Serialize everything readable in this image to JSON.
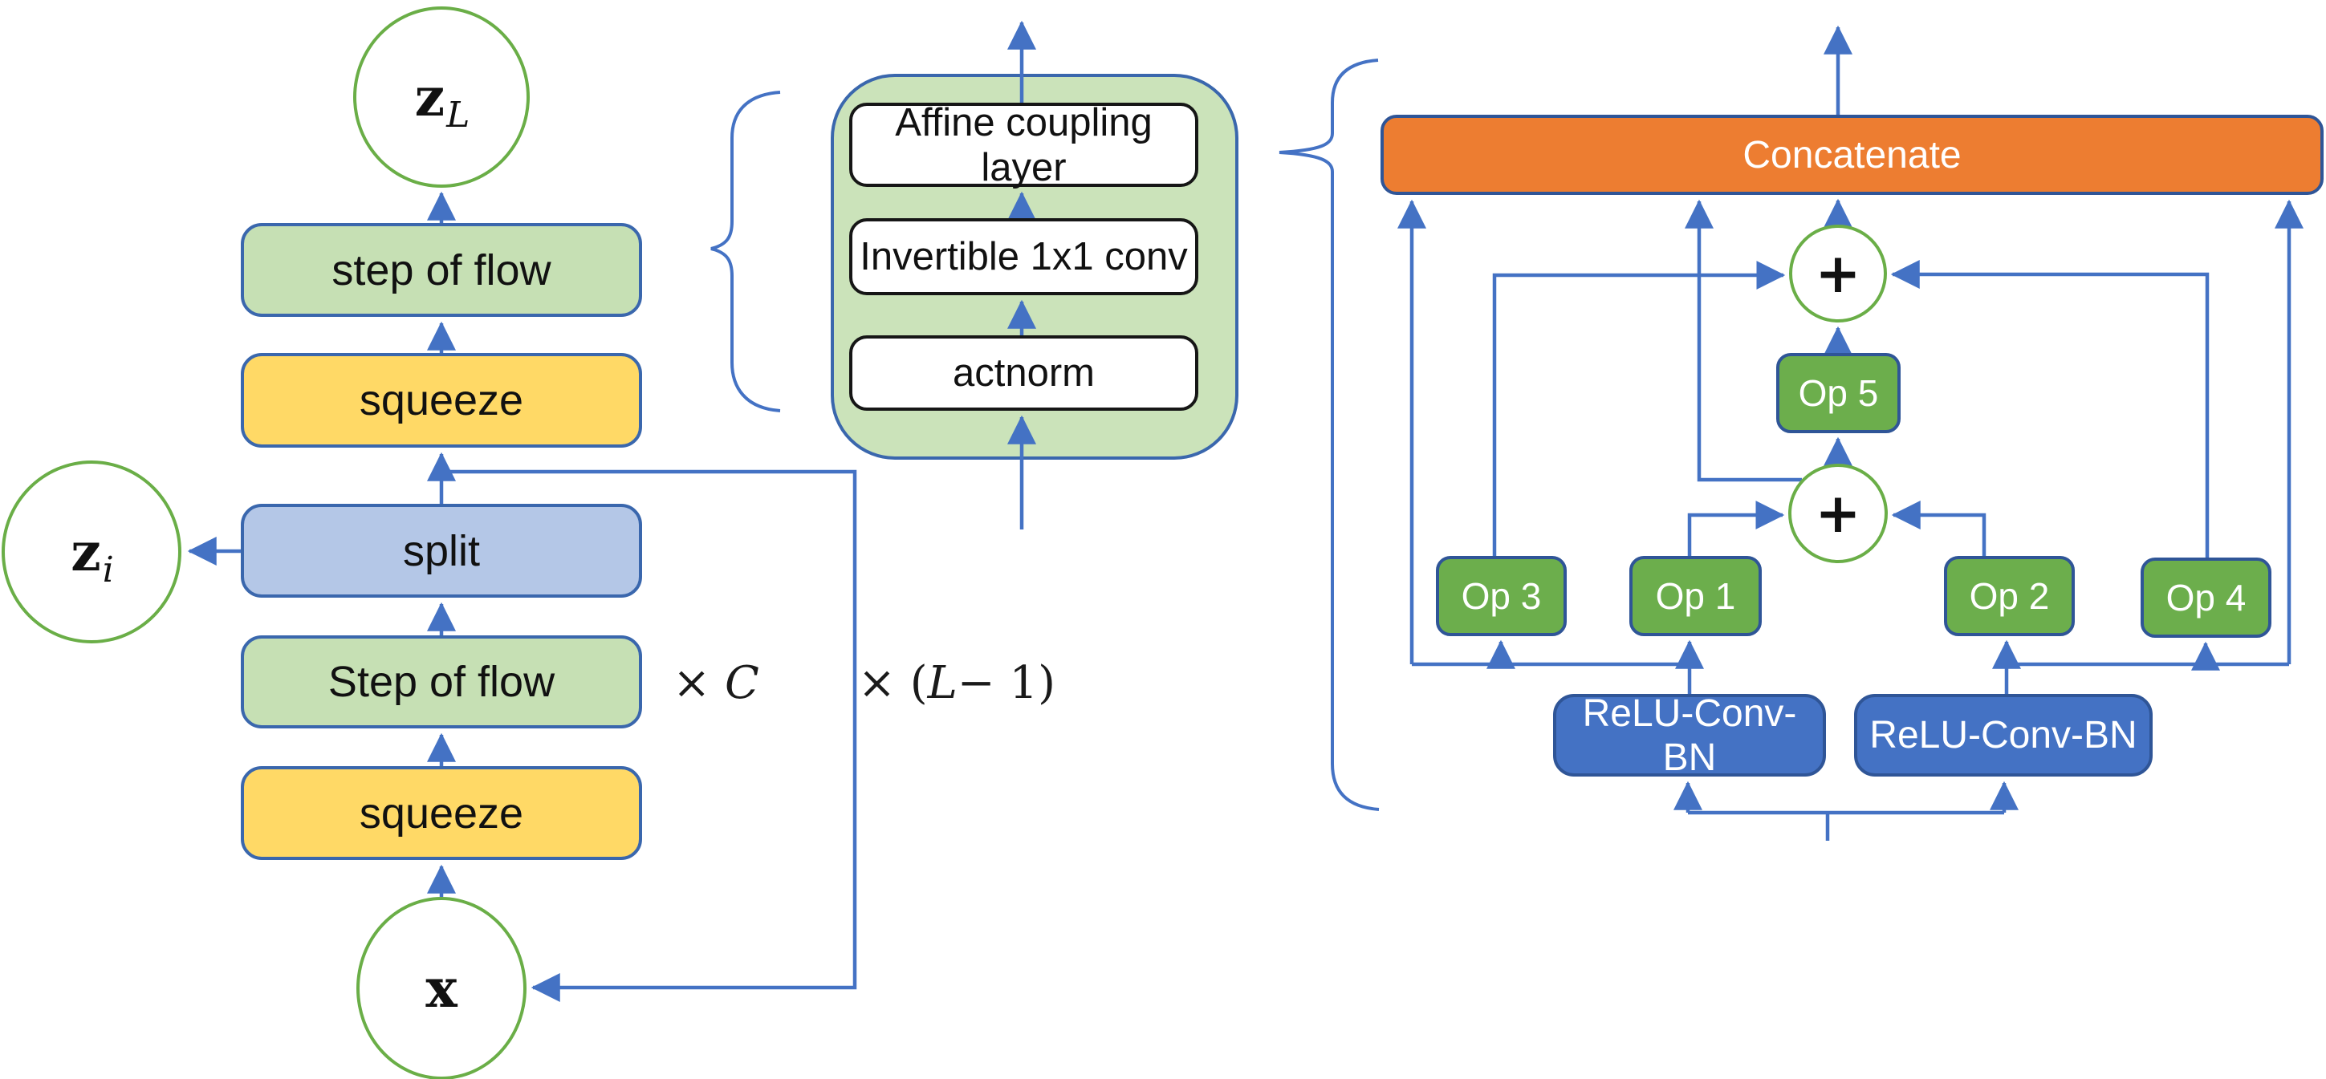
{
  "colors": {
    "arrow_blue": "#4472C4",
    "border_navy": "#2F5597",
    "left_border_blue": "#3A67AD",
    "circle_green": "#6AAE47",
    "light_green_fill": "#C6E0B4",
    "container_green_fill": "#CBE3BA",
    "yellow_fill": "#FFD966",
    "light_blue_fill": "#B4C7E7",
    "op_green_fill": "#6CAE4C",
    "relu_blue_fill": "#4472C4",
    "orange_fill": "#ED7D31",
    "text_black": "#111111",
    "text_white": "#FFFFFF"
  },
  "left_column": {
    "output_node": {
      "base": "z",
      "subscript": "L"
    },
    "side_node": {
      "base": "z",
      "subscript": "i"
    },
    "input_node": {
      "base": "x",
      "subscript": ""
    },
    "boxes": [
      {
        "label": "step of flow"
      },
      {
        "label": "squeeze"
      },
      {
        "label": "split"
      },
      {
        "label": "Step of flow"
      },
      {
        "label": "squeeze"
      }
    ],
    "repeat_c": {
      "times": "×",
      "var": "C"
    },
    "repeat_l": {
      "times": "×",
      "open": "(",
      "var": "L",
      "rest": " − 1)"
    }
  },
  "flow_step_detail": {
    "boxes": [
      {
        "label": "Affine coupling layer"
      },
      {
        "label": "Invertible 1x1 conv"
      },
      {
        "label": "actnorm"
      }
    ]
  },
  "cell_detail": {
    "concatenate_label": "Concatenate",
    "plus_symbol": "+",
    "ops": {
      "op1": "Op 1",
      "op2": "Op 2",
      "op3": "Op 3",
      "op4": "Op 4",
      "op5": "Op 5"
    },
    "preprocess": {
      "left": "ReLU-Conv-BN",
      "right": "ReLU-Conv-BN"
    }
  }
}
